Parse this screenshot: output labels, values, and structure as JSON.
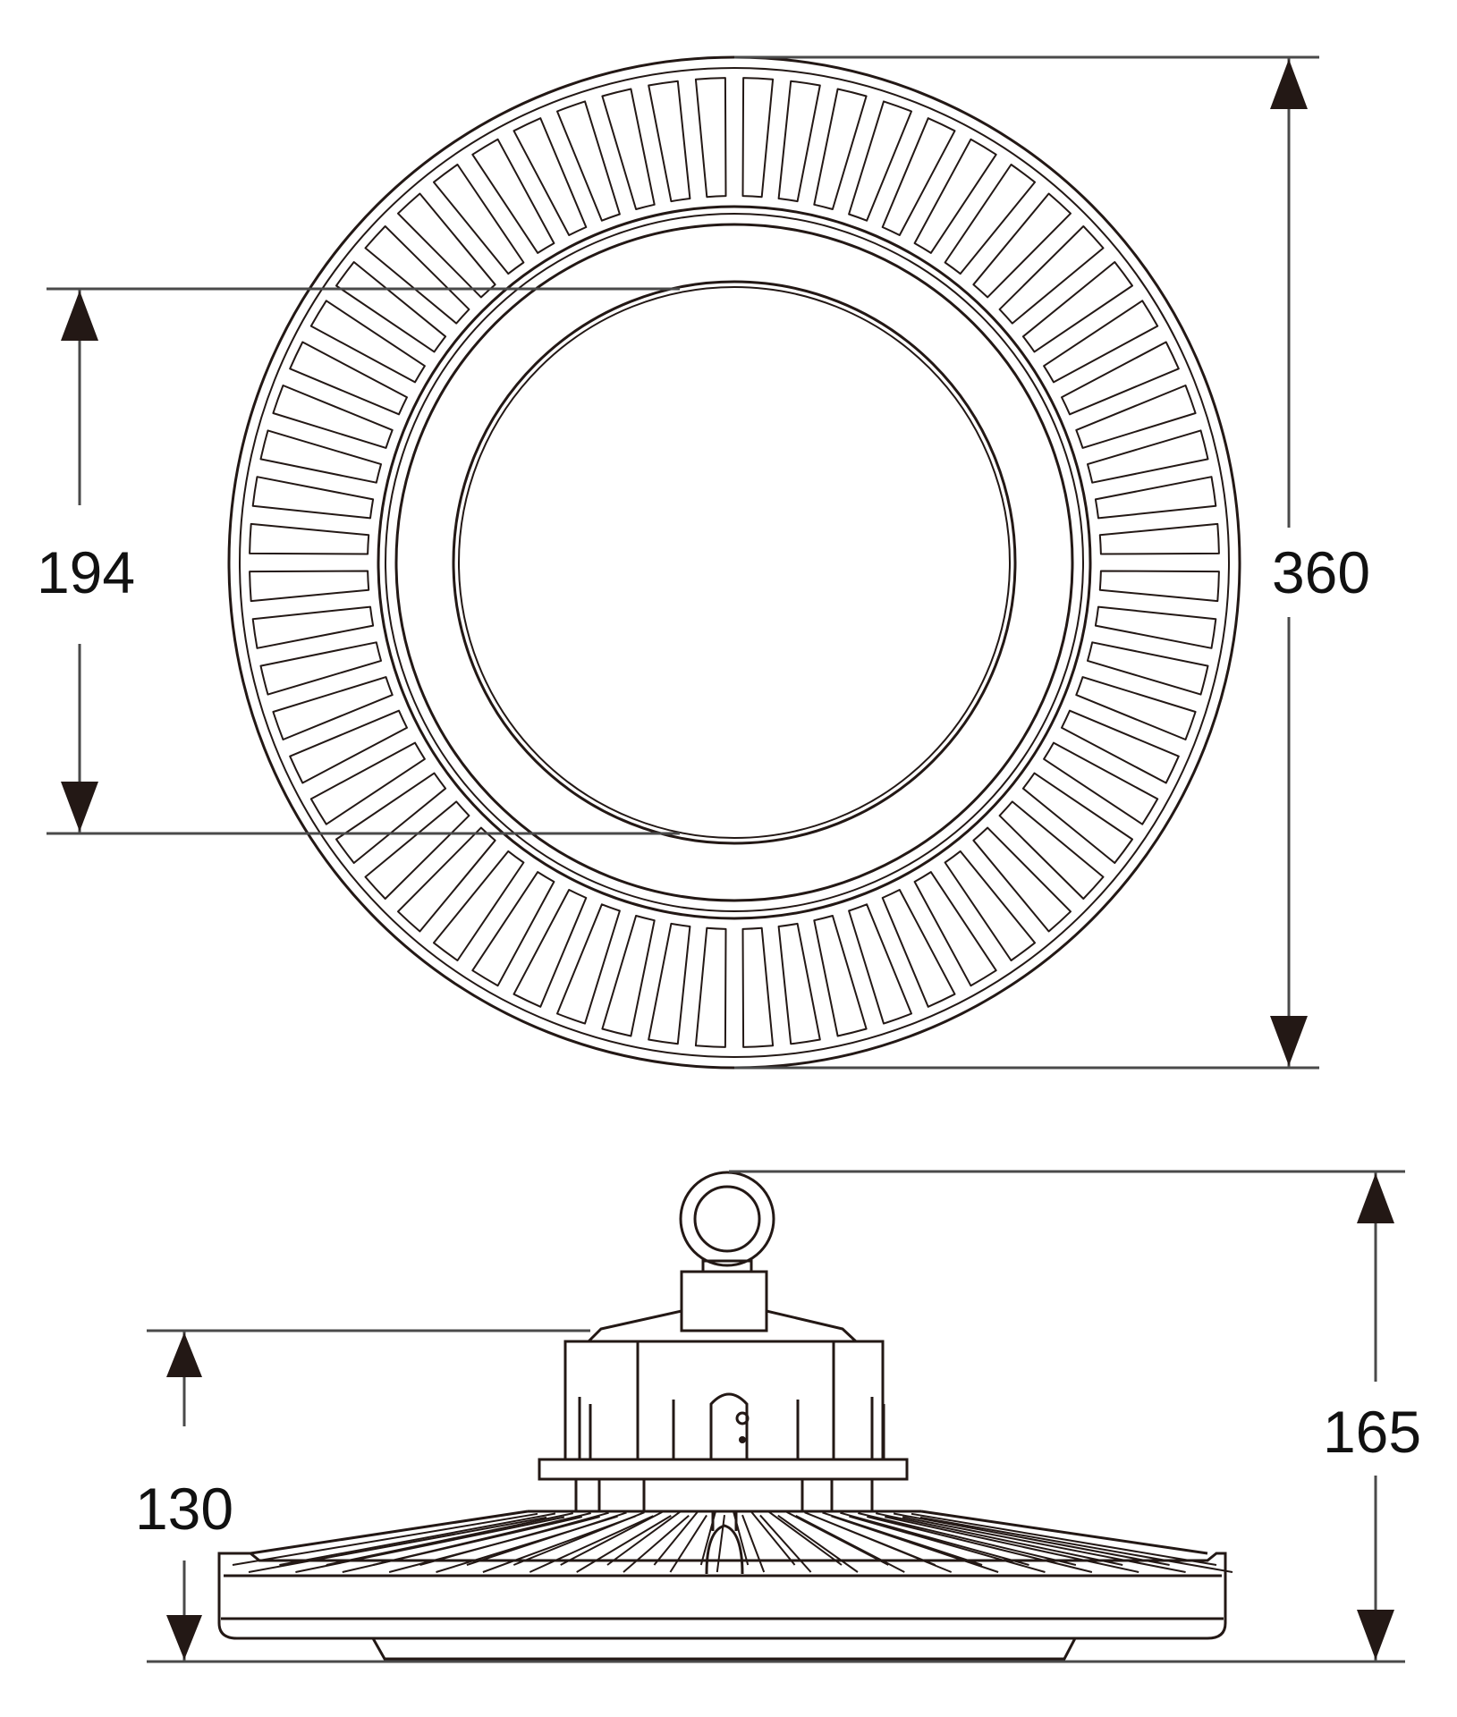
{
  "top_view": {
    "outer_diameter_label": "360",
    "inner_diameter_label": "194",
    "fin_count": 64
  },
  "side_view": {
    "total_height_label": "165",
    "body_height_label": "130",
    "side_fin_count": 22
  },
  "colors": {
    "line": "#231815",
    "dimension": "#4a4a4a"
  }
}
